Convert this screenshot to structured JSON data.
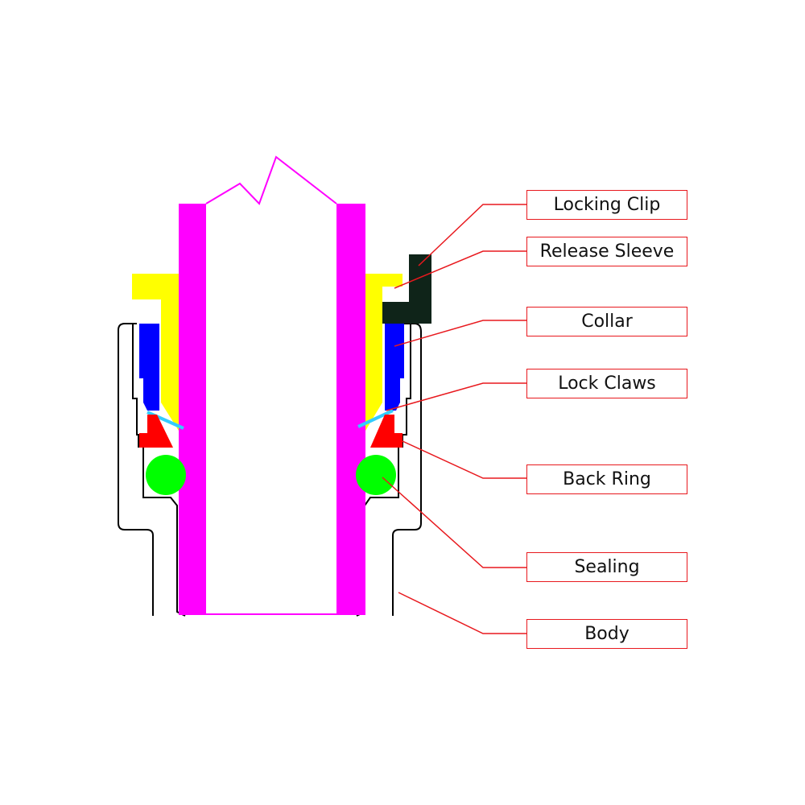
{
  "colors": {
    "tube": "#ff00ff",
    "release_sleeve": "#ffff00",
    "locking_clip": "#0f2419",
    "collar": "#0000ff",
    "lock_claws": "#33ccff",
    "back_ring": "#ff0000",
    "sealing": "#00ff00",
    "body_outline": "#000000",
    "leader_line": "#e8191e"
  },
  "labels": [
    {
      "key": "locking_clip",
      "text": "Locking Clip"
    },
    {
      "key": "release_sleeve",
      "text": "Release Sleeve"
    },
    {
      "key": "collar",
      "text": "Collar"
    },
    {
      "key": "lock_claws",
      "text": "Lock Claws"
    },
    {
      "key": "back_ring",
      "text": "Back Ring"
    },
    {
      "key": "sealing",
      "text": "Sealing"
    },
    {
      "key": "body",
      "text": "Body"
    }
  ]
}
